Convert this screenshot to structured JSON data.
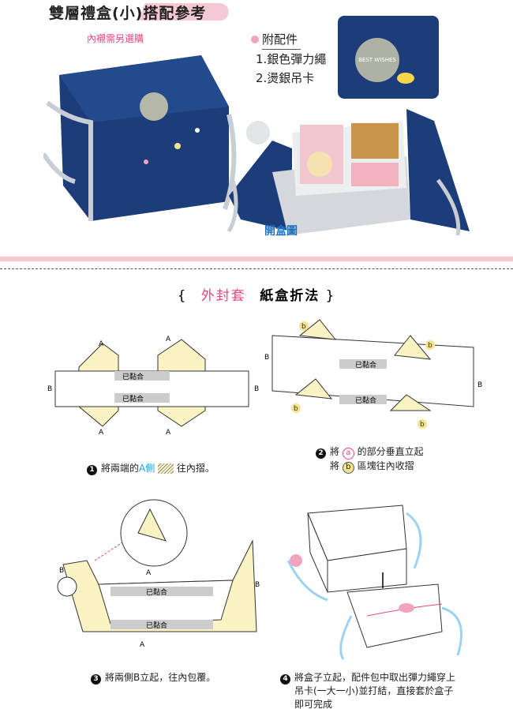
{
  "header": {
    "title": "雙層禮盒(小)搭配參考",
    "lining_note": "內襯需另選購"
  },
  "accessories": {
    "heading": "附配件",
    "items": [
      "1.銀色彈力繩",
      "2.燙銀吊卡"
    ],
    "tag_text": "BEST WISHES"
  },
  "open_box_label": "開盒圖",
  "section": {
    "open": "{",
    "title": "外封套",
    "subtitle": "紙盒折法",
    "close": "}"
  },
  "diagram_labels": {
    "a": "A",
    "b": "B",
    "glued": "已黏合",
    "circle_a": "a",
    "circle_b": "b"
  },
  "steps": [
    {
      "num": "1",
      "pre": "將兩端的",
      "highlight": "A側",
      "post": "往內摺。"
    },
    {
      "num": "2",
      "line1_pre": "將",
      "line1_mark": "a",
      "line1_post": "的部分垂直立起",
      "line2_pre": "將",
      "line2_mark": "b",
      "line2_post": "區塊往內收摺"
    },
    {
      "num": "3",
      "text": "將兩側B立起，往內包覆。"
    },
    {
      "num": "4",
      "lines": [
        "將盒子立起，配件包中取出彈力繩穿上",
        "吊卡(一大一小)並打結，直接套於盒子",
        "即可完成"
      ]
    }
  ],
  "colors": {
    "navy": "#1d3d7a",
    "pink": "#e8477a",
    "yellow": "#fbf3c4",
    "blue": "#1fa0e0"
  }
}
